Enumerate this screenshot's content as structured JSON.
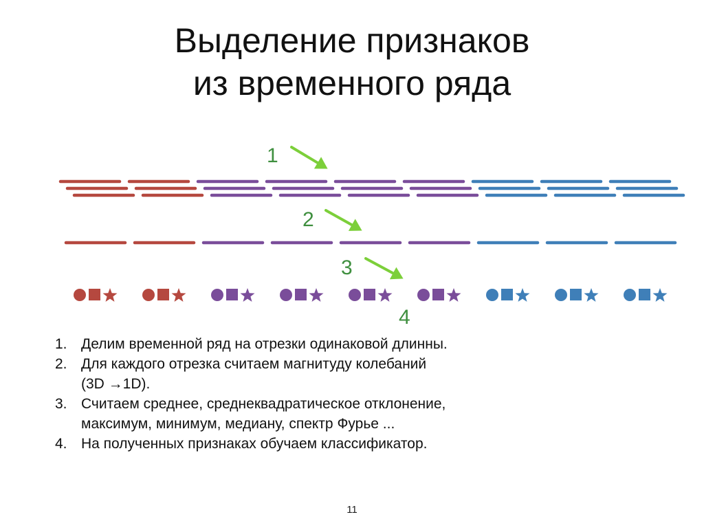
{
  "title": {
    "line1": "Выделение признаков",
    "line2": "из временного ряда"
  },
  "steps": [
    "1",
    "2",
    "3",
    "4"
  ],
  "colors": {
    "red": "#b5483f",
    "purple": "#7a4d9a",
    "blue": "#3f7fb8",
    "gradient_start": "#e05a5a",
    "gradient_mid": "#7a4d9a",
    "gradient_end": "#1f6fc8",
    "arrow": "#7ccf3a",
    "step_label": "#3f8f3f"
  },
  "segments": [
    "red",
    "red",
    "purple",
    "purple",
    "purple",
    "purple",
    "blue",
    "blue",
    "blue"
  ],
  "feature_glyphs": [
    "circle",
    "square",
    "star"
  ],
  "list": [
    {
      "num": "1.",
      "lines": [
        "Делим временной ряд на отрезки одинаковой длинны."
      ]
    },
    {
      "num": "2.",
      "lines": [
        "Для каждого отрезка считаем магнитуду колебаний",
        "(3D →1D)."
      ]
    },
    {
      "num": "3.",
      "lines": [
        "Считаем среднее, среднеквадратическое отклонение,",
        "максимум, минимум, медиану, спектр Фурье ..."
      ]
    },
    {
      "num": "4.",
      "lines": [
        "На полученных признаках обучаем классификатор."
      ]
    }
  ],
  "page_number": "11"
}
